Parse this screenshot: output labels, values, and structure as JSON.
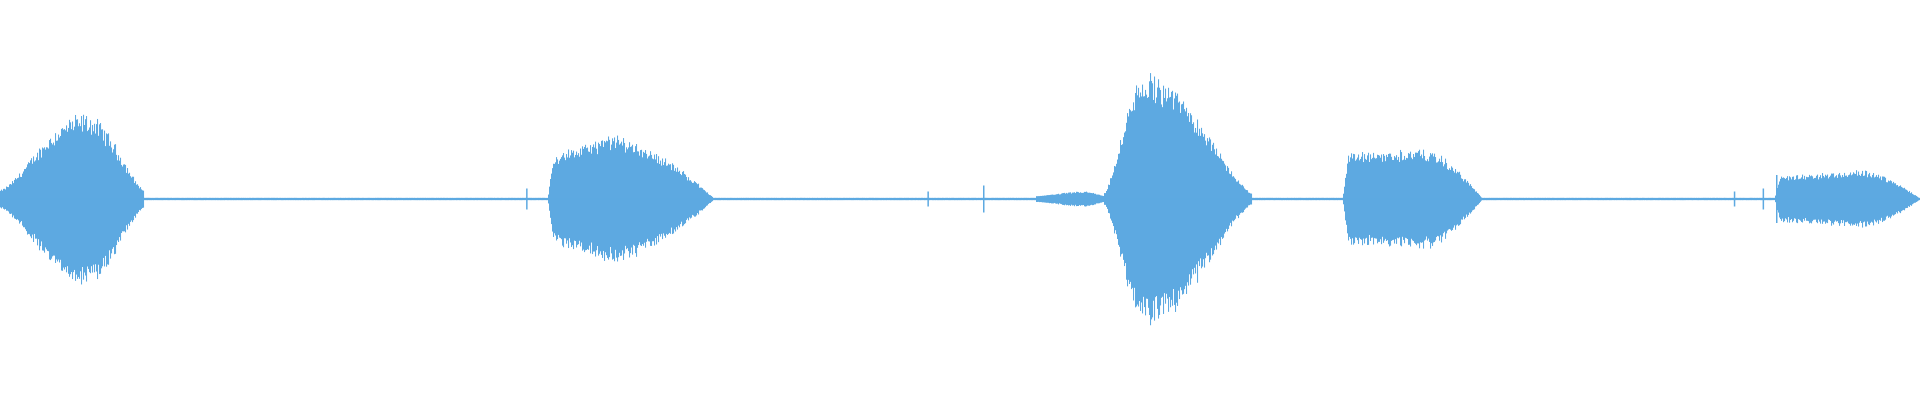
{
  "waveform": {
    "color": "#5DA9E1",
    "background": "#FFFFFF",
    "bursts": [
      {
        "start": 0.0,
        "end": 0.075,
        "peak_pos": 0.044,
        "peak_amp": 0.56,
        "shape": "rounded",
        "base_amp": 0.06
      },
      {
        "start": 0.285,
        "end": 0.372,
        "peak_pos": 0.318,
        "peak_amp": 0.42,
        "shape": "flat",
        "base_amp": 0.28
      },
      {
        "start": 0.54,
        "end": 0.575,
        "peak_pos": 0.565,
        "peak_amp": 0.05,
        "shape": "rounded",
        "base_amp": 0.02
      },
      {
        "start": 0.575,
        "end": 0.652,
        "peak_pos": 0.597,
        "peak_amp": 0.83,
        "shape": "rounded",
        "base_amp": 0.04
      },
      {
        "start": 0.699,
        "end": 0.772,
        "peak_pos": 0.741,
        "peak_amp": 0.33,
        "shape": "flat",
        "base_amp": 0.3
      },
      {
        "start": 0.924,
        "end": 1.0,
        "peak_pos": 0.97,
        "peak_amp": 0.19,
        "shape": "flat",
        "base_amp": 0.15
      }
    ],
    "spikes": [
      {
        "pos": 0.274,
        "amp": 0.07
      },
      {
        "pos": 0.483,
        "amp": 0.05
      },
      {
        "pos": 0.512,
        "amp": 0.09
      },
      {
        "pos": 0.903,
        "amp": 0.05
      },
      {
        "pos": 0.918,
        "amp": 0.07
      },
      {
        "pos": 0.925,
        "amp": 0.16
      }
    ],
    "baseline_amp": 0.008
  }
}
